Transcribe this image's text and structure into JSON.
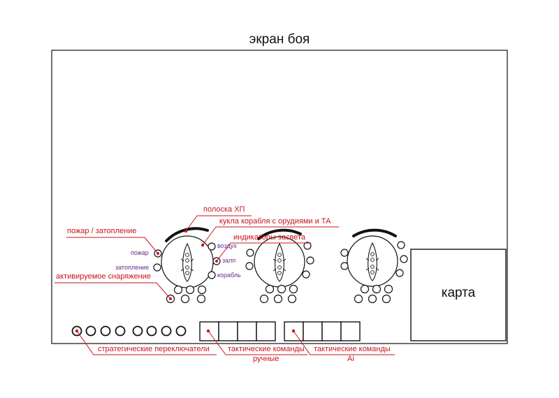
{
  "screen": {
    "title": "экран боя",
    "map_label": "карта"
  },
  "annotations": {
    "hp_bar": "полоска ХП",
    "ship_doll": "кукла корабля с орудиями и ТА",
    "fire_flood": "пожар / затопление",
    "detection": "индикаторы засвета",
    "consumables": "активируемое снаряжение",
    "strategic": "стратегические переключатели",
    "tactical_manual_1": "тактические команды",
    "tactical_manual_2": "ручные",
    "tactical_ai_1": "тактические команды",
    "tactical_ai_2": "Ai"
  },
  "indicators": {
    "fire": "пожар",
    "flooding": "затопление",
    "air": "воздух",
    "salvo": "залп",
    "ship": "корабль"
  },
  "colors": {
    "accent_red": "#c8141e",
    "indicator_purple": "#6a2a8a",
    "outline": "#111111"
  }
}
